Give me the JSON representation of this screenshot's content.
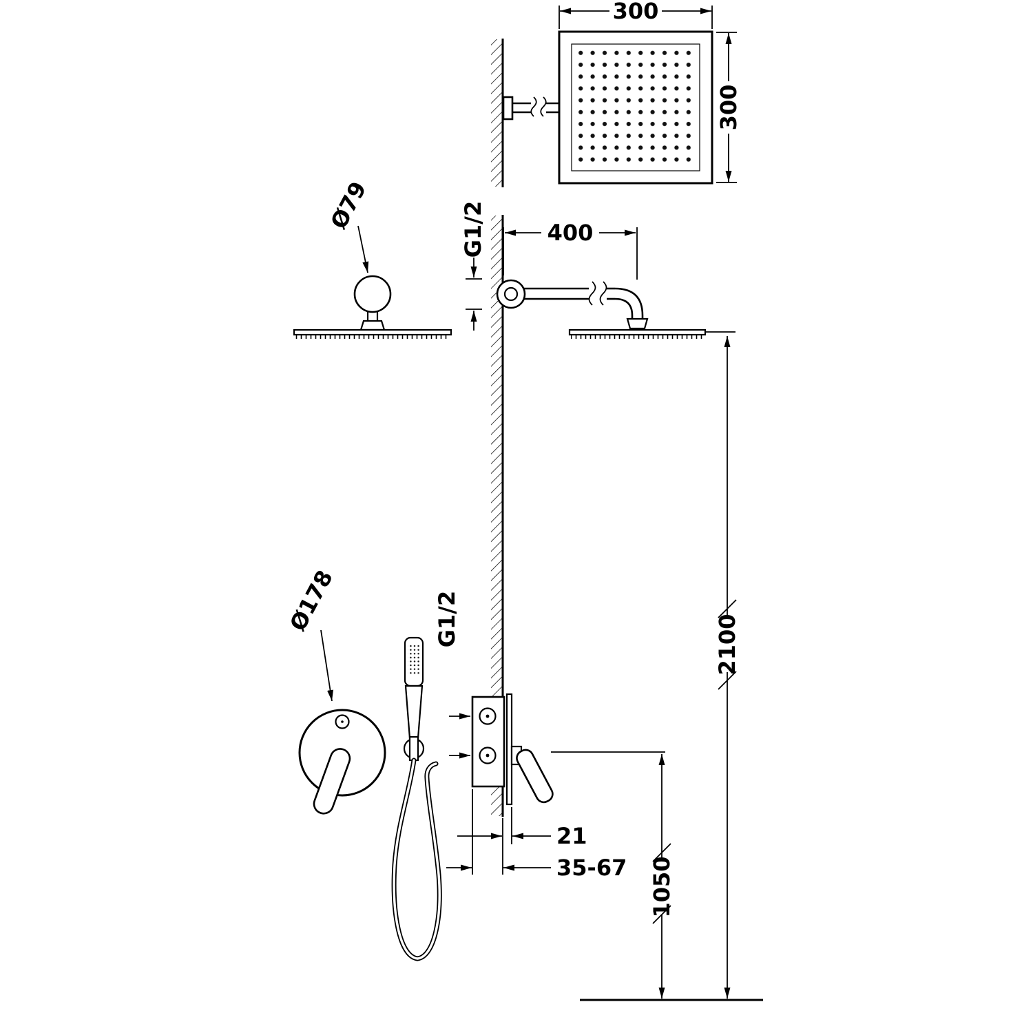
{
  "canvas": {
    "background": "#ffffff",
    "line_color": "#000000"
  },
  "dimensions": {
    "head_width": "300",
    "head_height": "300",
    "arm_projection": "400",
    "arm_thread": "G1/2",
    "rose_diameter": "Ø79",
    "plate_diameter": "Ø178",
    "mixer_thread": "G1/2",
    "plate_offset": "21",
    "recess_depth": "35-67",
    "mixer_height": "1050",
    "total_height": "2100"
  }
}
